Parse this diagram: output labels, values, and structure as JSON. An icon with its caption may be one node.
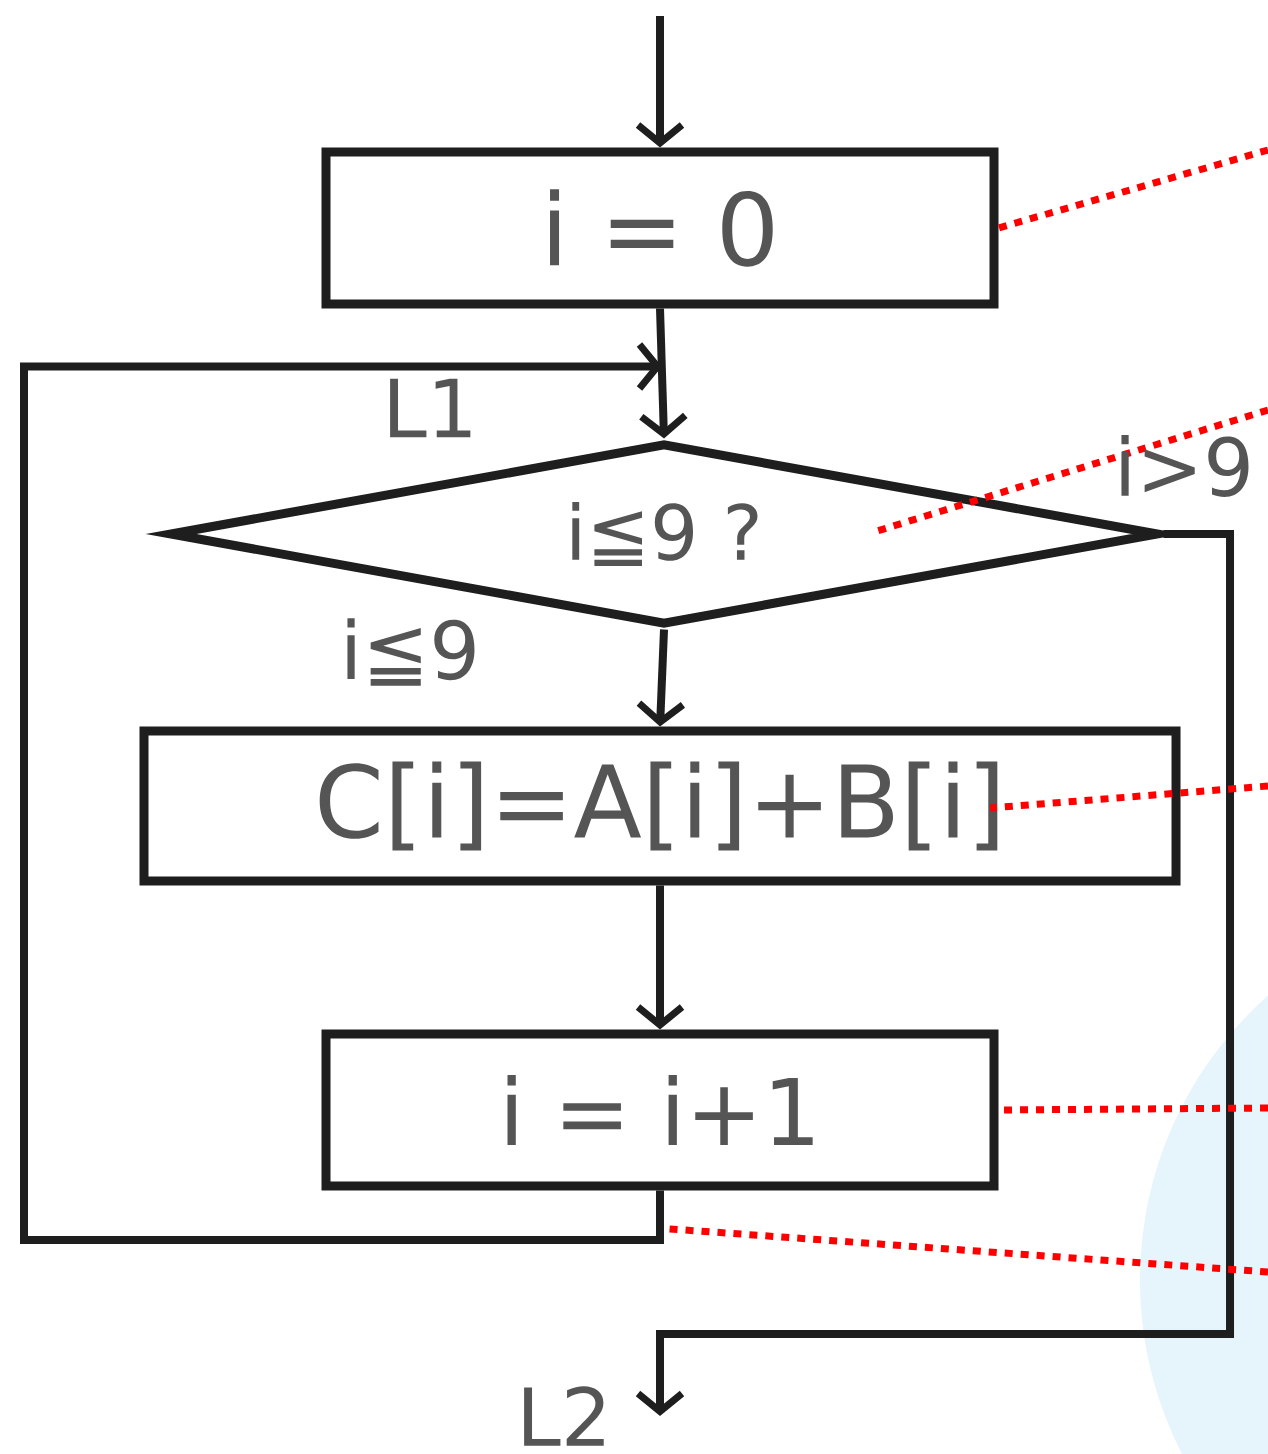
{
  "diagram": {
    "nodes": [
      {
        "text": [
          "i = 0"
        ]
      },
      {
        "text": [
          "i≦9 ?"
        ]
      },
      {
        "text": [
          "C[i]=A[i]+B[i]"
        ]
      },
      {
        "text": [
          "i = i+1"
        ]
      }
    ],
    "edges": [
      {
        "from": null,
        "to": 0,
        "arrow": "to"
      },
      {
        "from": 0,
        "to": 1,
        "arrow": "to"
      },
      {
        "from": 1,
        "to": 2,
        "arrow": "to",
        "label": "i≦9"
      },
      {
        "from": 2,
        "to": 3,
        "arrow": "to"
      },
      {
        "from": 3,
        "to": 1,
        "arrow": "to"
      },
      {
        "from": 1,
        "to": null,
        "arrow": "to",
        "label": "i>9"
      },
      {
        "from": null,
        "to": 0,
        "arrow": "none",
        "style": "dashed",
        "color": "#ff0000"
      },
      {
        "from": null,
        "to": 1,
        "arrow": "none",
        "style": "dashed",
        "color": "#ff0000"
      },
      {
        "from": null,
        "to": 2,
        "arrow": "none",
        "style": "dashed",
        "color": "#ff0000"
      },
      {
        "from": null,
        "to": 3,
        "arrow": "none",
        "style": "dashed",
        "color": "#ff0000"
      },
      {
        "from": null,
        "to": 3,
        "arrow": "none",
        "style": "dashed",
        "color": "#ff0000"
      }
    ],
    "labels": [
      "L1",
      "L2"
    ]
  }
}
